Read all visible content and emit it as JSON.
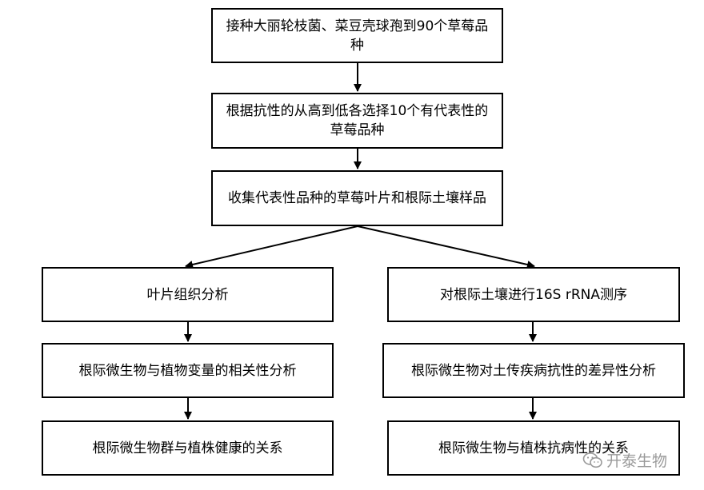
{
  "flow": {
    "step1": "接种大丽轮枝菌、菜豆壳球孢到90个草莓品种",
    "step2": "根据抗性的从高到低各选择10个有代表性的草莓品种",
    "step3": "收集代表性品种的草莓叶片和根际土壤样品",
    "left": {
      "a": "叶片组织分析",
      "b": "根际微生物与植物变量的相关性分析",
      "c": "根际微生物群与植株健康的关系"
    },
    "right": {
      "a": "对根际土壤进行16S rRNA测序",
      "b": "根际微生物对土传疾病抗性的差异性分析",
      "c": "根际微生物与植株抗病性的关系"
    }
  },
  "watermark": {
    "text": "开泰生物",
    "icon": "wechat-icon"
  }
}
